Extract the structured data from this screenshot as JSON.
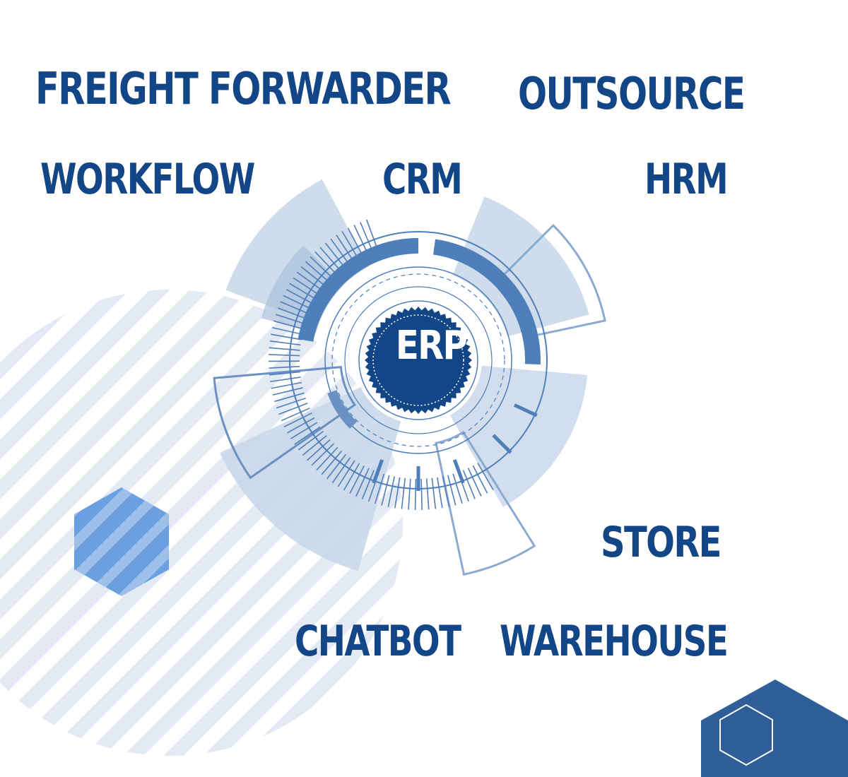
{
  "center": {
    "label": "ERP"
  },
  "labels": {
    "freight_forwarder": "FREIGHT FORWARDER",
    "outsource": "OUTSOURCE",
    "workflow": "WORKFLOW",
    "crm": "CRM",
    "hrm": "HRM",
    "store": "STORE",
    "chatbot": "CHATBOT",
    "warehouse": "WAREHOUSE"
  },
  "colors": {
    "text": "#134686",
    "badge": "#134686",
    "accent": "#4f7fba",
    "light": "#c7d6e8",
    "stripe": "#e3eaf3",
    "hex_light": "#6a9fe0",
    "hex_dark": "#2f5e98"
  }
}
